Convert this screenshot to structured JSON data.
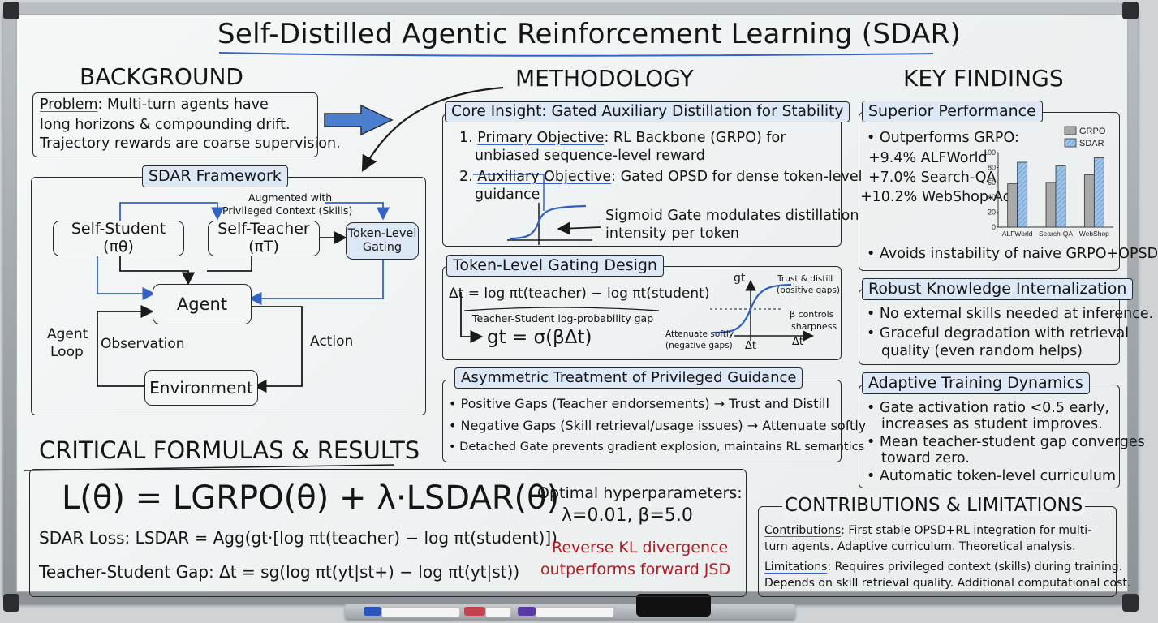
{
  "title": "Self-Distilled Agentic Reinforcement Learning (SDAR)",
  "background": {
    "heading": "BACKGROUND",
    "problem_label": "Problem",
    "problem_lines": [
      ": Multi-turn agents have",
      "long horizons & compounding drift.",
      "Trajectory rewards are coarse supervision."
    ]
  },
  "framework": {
    "heading": "SDAR Framework",
    "augmented_label": [
      "Augmented with",
      "Privileged Context (Skills)"
    ],
    "self_student": "Self-Student (πθ)",
    "self_teacher": "Self-Teacher (πT)",
    "token_gating": [
      "Token-Level",
      "Gating"
    ],
    "agent": "Agent",
    "environment": "Environment",
    "agent_loop": [
      "Agent",
      "Loop"
    ],
    "observation": "Observation",
    "action": "Action"
  },
  "methodology": {
    "heading": "METHODOLOGY",
    "core_insight": "Core Insight: Gated Auxiliary Distillation for Stability",
    "item1_num": "1.",
    "item1_label": "Primary Objective",
    "item1_rest": ": RL Backbone (GRPO) for",
    "item1_line2": "unbiased sequence-level reward",
    "item2_num": "2.",
    "item2_label": "Auxiliary Objective",
    "item2_rest": ": Gated OPSD for dense token-level",
    "item2_line2": "guidance",
    "sigmoid_note": [
      "Sigmoid Gate modulates distillation",
      "intensity per token"
    ],
    "gating_design_heading": "Token-Level Gating Design",
    "delta_formula": "Δt = log πt(teacher) − log πt(student)",
    "gap_note": "Teacher-Student log-probability gap",
    "gt_formula": "gt = σ(βΔt)",
    "plot_gt": "gt",
    "plot_delta": "Δt",
    "plot_delta2": "Δt",
    "trust_label": [
      "Trust & distill",
      "(positive gaps)"
    ],
    "beta_label": [
      "β controls",
      "sharpness"
    ],
    "attenuate_label": [
      "Attenuate softly",
      "(negative gaps)"
    ],
    "asym_heading": "Asymmetric Treatment of Privileged Guidance",
    "asym_items": [
      "• Positive Gaps (Teacher endorsements) → Trust and Distill",
      "• Negative Gaps (Skill retrieval/usage issues) → Attenuate softly",
      "• Detached Gate prevents gradient explosion, maintains RL semantics"
    ]
  },
  "findings": {
    "heading": "KEY FINDINGS",
    "superior_heading": "Superior Performance",
    "outperforms": "• Outperforms GRPO:",
    "gains": [
      "+9.4% ALFWorld",
      "+7.0% Search-QA",
      "+10.2% WebShop-Acc"
    ],
    "avoids": "• Avoids instability of naive GRPO+OPSD",
    "robust_heading": "Robust Knowledge Internalization",
    "robust_items": [
      "• No external skills needed at inference.",
      "• Graceful degradation with retrieval",
      "quality (even random helps)"
    ],
    "adaptive_heading": "Adaptive Training Dynamics",
    "adaptive_items": [
      "• Gate activation ratio <0.5 early,",
      "increases as student improves.",
      "• Mean teacher-student gap converges",
      "toward zero.",
      "• Automatic token-level curriculum"
    ]
  },
  "chart_data": {
    "type": "bar",
    "categories": [
      "ALFWorld",
      "Search-QA",
      "WebShop"
    ],
    "series": [
      {
        "name": "GRPO",
        "values": [
          58,
          60,
          70
        ]
      },
      {
        "name": "SDAR",
        "values": [
          87,
          82,
          93
        ]
      }
    ],
    "yticks": [
      "0",
      "20",
      "40",
      "60",
      "80",
      "100"
    ],
    "ylim": [
      0,
      100
    ],
    "legend_position": "top-right",
    "colors": {
      "GRPO": "#a9a9a9",
      "SDAR": "#9ec3e8"
    }
  },
  "formulas": {
    "heading": "CRITICAL FORMULAS & RESULTS",
    "main": "L(θ) = LGRPO(θ) + λ·LSDAR(θ)",
    "sdar_loss": "SDAR Loss: LSDAR = Agg(gt·[log πt(teacher) − log πt(student)])",
    "gap": "Teacher-Student Gap: Δt = sg(log πt(yt|st+) − log πt(yt|st))",
    "optimal_label": "Optimal hyperparameters:",
    "optimal_values": "λ=0.01, β=5.0",
    "kl_note": [
      "Reverse KL divergence",
      "outperforms forward JSD"
    ]
  },
  "contrib": {
    "heading": "CONTRIBUTIONS & LIMITATIONS",
    "contrib_label": "Contributions",
    "contrib_rest": ": First stable OPSD+RL integration for multi-",
    "contrib_line2": "turn agents. Adaptive curriculum. Theoretical analysis.",
    "limit_label": "Limitations",
    "limit_rest": ": Requires privileged context (skills) during training.",
    "limit_line2": "Depends on skill retrieval quality. Additional computational cost."
  }
}
